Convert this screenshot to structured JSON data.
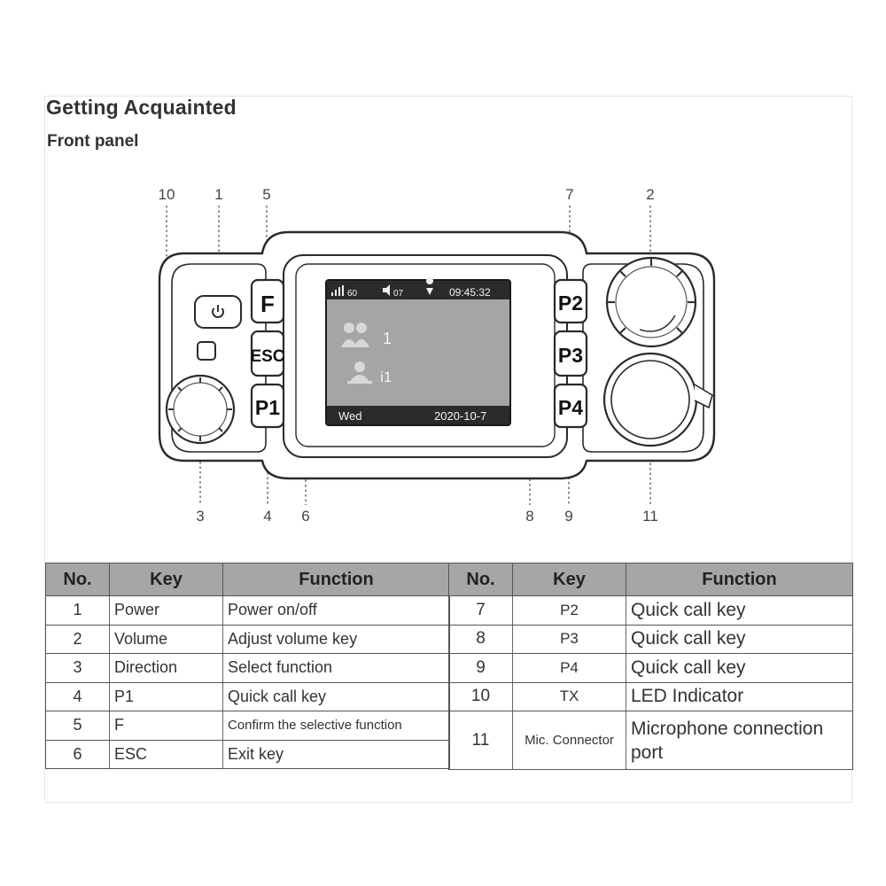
{
  "page": {
    "title": "Getting Acquainted",
    "subtitle": "Front panel"
  },
  "callouts": {
    "top": [
      "10",
      "1",
      "5",
      "7",
      "2"
    ],
    "bottom": [
      "3",
      "4",
      "6",
      "8",
      "9",
      "11"
    ]
  },
  "device": {
    "buttons": {
      "f": "F",
      "esc": "ESC",
      "p1": "P1",
      "p2": "P2",
      "p3": "P3",
      "p4": "P4"
    },
    "screen": {
      "status_volume": "07",
      "status_signal": "60",
      "time": "09:45:32",
      "group_number": "1",
      "contact_number": "i1",
      "day": "Wed",
      "date": "2020-10-7"
    },
    "icons": [
      "power-icon",
      "signal-icon",
      "speaker-icon",
      "location-icon",
      "group-icon",
      "person-icon"
    ]
  },
  "table": {
    "headers": {
      "no": "No.",
      "key": "Key",
      "function": "Function"
    },
    "left_rows": [
      {
        "no": "1",
        "key": "Power",
        "function": "Power on/off"
      },
      {
        "no": "2",
        "key": "Volume",
        "function": "Adjust volume key"
      },
      {
        "no": "3",
        "key": "Direction",
        "function": "Select function"
      },
      {
        "no": "4",
        "key": "P1",
        "function": "Quick call key"
      },
      {
        "no": "5",
        "key": "F",
        "function": "Confirm the selective function"
      },
      {
        "no": "6",
        "key": "ESC",
        "function": "Exit key"
      }
    ],
    "right_rows": [
      {
        "no": "7",
        "key": "P2",
        "function": "Quick call key"
      },
      {
        "no": "8",
        "key": "P3",
        "function": "Quick call key"
      },
      {
        "no": "9",
        "key": "P4",
        "function": "Quick call key"
      },
      {
        "no": "10",
        "key": "TX",
        "function": "LED Indicator"
      },
      {
        "no": "11",
        "key": "Mic. Connector",
        "function": "Microphone connection port"
      }
    ]
  }
}
